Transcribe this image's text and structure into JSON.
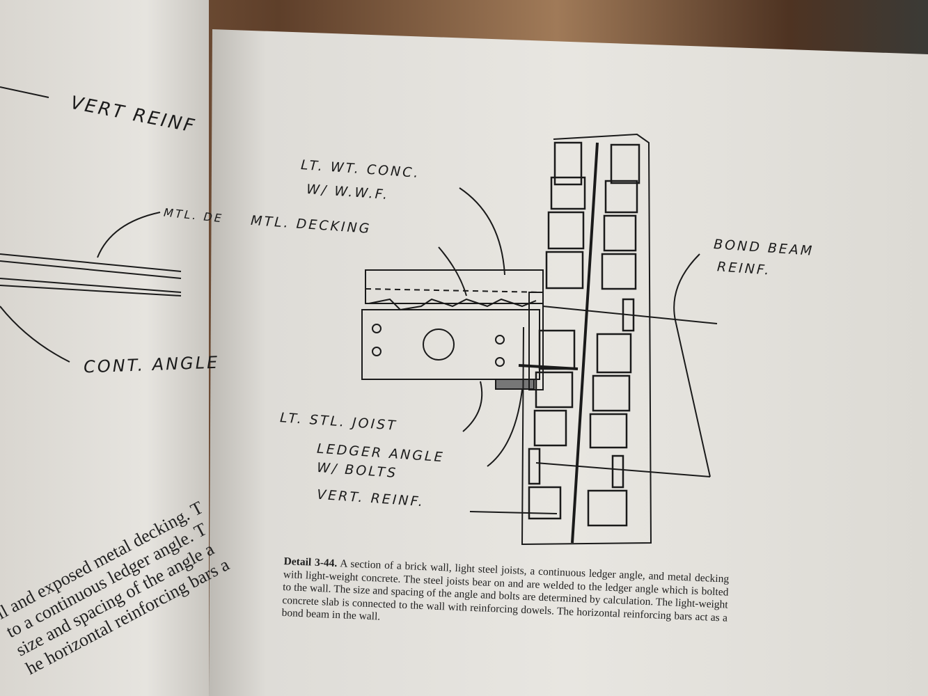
{
  "left_page": {
    "labels": [
      "VERT REINF",
      "MTL. DE",
      "CONT. ANGLE"
    ],
    "text_lines": [
      "ll and exposed metal decking. T",
      "to a continuous ledger angle. T",
      "size and spacing of the angle a",
      "he horizontal reinforcing bars a"
    ]
  },
  "drawing": {
    "labels": {
      "conc": "LT. WT. CONC.",
      "wwf": "W/ W.W.F.",
      "decking": "MTL. DECKING",
      "bond1": "BOND BEAM",
      "bond2": "REINF.",
      "joist": "LT. STL. JOIST",
      "ledger1": "LEDGER ANGLE",
      "ledger2": "W/ BOLTS",
      "vert": "VERT. REINF."
    }
  },
  "caption": {
    "title": "Detail 3-44.",
    "body": "A section of a brick wall, light steel joists, a continuous ledger angle, and metal decking with light-weight concrete. The steel joists bear on and are welded to the ledger angle which is bolted to the wall. The size and spacing of the angle and bolts are determined by calculation. The light-weight concrete slab is connected to the wall with reinforcing dowels. The horizontal reinforcing bars act as a bond beam in the wall."
  }
}
